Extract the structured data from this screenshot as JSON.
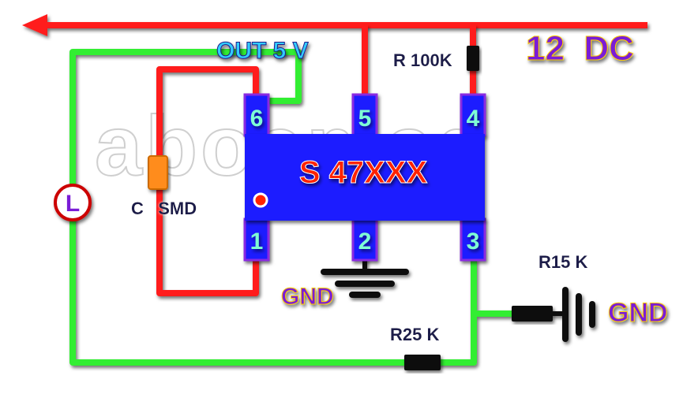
{
  "ic": {
    "name": "S 47XXX",
    "pins": [
      "1",
      "2",
      "3",
      "4",
      "5",
      "6"
    ]
  },
  "labels": {
    "supply": "12  DC",
    "output": "OUT 5 V",
    "r100k": "R 100K",
    "capacitor": "C   SMD",
    "inductor": "L",
    "r15k": "R15 K",
    "r25k": "R25 K",
    "gnd_pin": "GND",
    "gnd_right": "GND"
  },
  "watermark": "aboemad",
  "colors": {
    "wire_power": "#ff1a1a",
    "wire_signal": "#33ee33",
    "ic_body": "#1a1aff",
    "ic_text": "#ff2200",
    "pin_text": "#7fffd4",
    "label_purple": "#7a1fd6",
    "out_label": "#33ccff"
  }
}
